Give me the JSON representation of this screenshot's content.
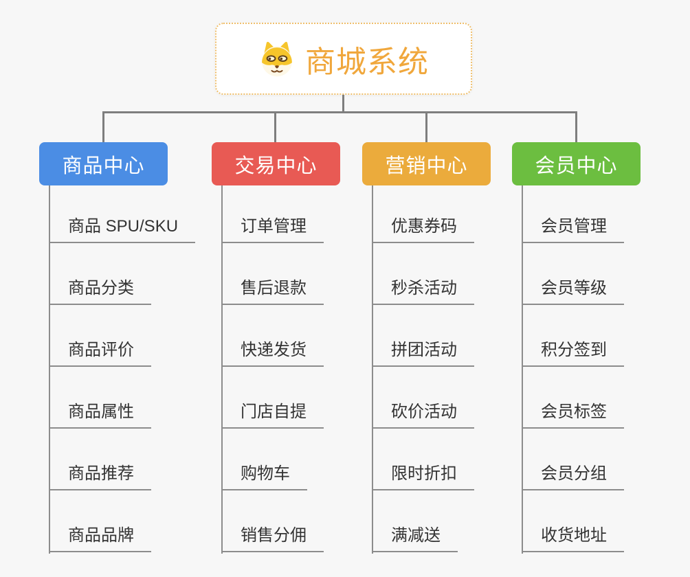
{
  "root": {
    "title": "商城系统",
    "icon": "dog-face-icon",
    "title_color": "#F0A73C",
    "border_color": "#EFBE6A"
  },
  "connector_color": "#7E7E7E",
  "leaf_line_color": "#8C8C8C",
  "leaf_text_color": "#333333",
  "branches": [
    {
      "label": "商品中心",
      "color": "#4B8DE4",
      "children": [
        "商品 SPU/SKU",
        "商品分类",
        "商品评价",
        "商品属性",
        "商品推荐",
        "商品品牌"
      ]
    },
    {
      "label": "交易中心",
      "color": "#E85A54",
      "children": [
        "订单管理",
        "售后退款",
        "快递发货",
        "门店自提",
        "购物车",
        "销售分佣"
      ]
    },
    {
      "label": "营销中心",
      "color": "#EBAB3C",
      "children": [
        "优惠券码",
        "秒杀活动",
        "拼团活动",
        "砍价活动",
        "限时折扣",
        "满减送"
      ]
    },
    {
      "label": "会员中心",
      "color": "#6CBE40",
      "children": [
        "会员管理",
        "会员等级",
        "积分签到",
        "会员标签",
        "会员分组",
        "收货地址"
      ]
    }
  ]
}
